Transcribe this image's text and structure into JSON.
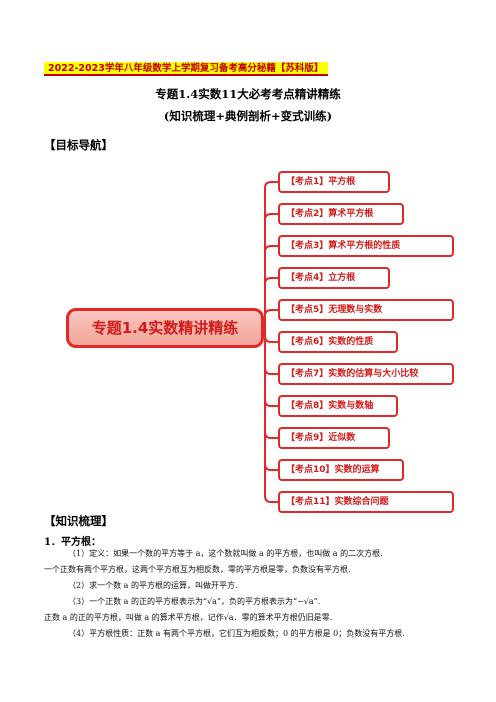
{
  "banner": "2022-2023学年八年级数学上学期复习备考高分秘籍【苏科版】",
  "title": "专题1.4实数11大必考考点精讲精练",
  "subtitle": "(知识梳理+典例剖析+变式训练)",
  "section_target": "【目标导航】",
  "mindmap": {
    "center": "专题1.4实数精讲精练",
    "nodes": [
      "【考点1】平方根",
      "【考点2】算术平方根",
      "【考点3】算术平方根的性质",
      "【考点4】立方根",
      "【考点5】无理数与实数",
      "【考点6】实数的性质",
      "【考点7】实数的估算与大小比较",
      "【考点8】实数与数轴",
      "【考点9】近似数",
      "【考点10】实数的运算",
      "【考点11】实数综合问题"
    ],
    "colors": {
      "accent": "#e02a2a",
      "center_fill": "#f4a89f"
    }
  },
  "section_knowledge": "【知识梳理】",
  "knowledge": {
    "heading_1": "1．平方根：",
    "lines": [
      "（1）定义：如果一个数的平方等于 a，这个数就叫做 a 的平方根，也叫做 a 的二次方根.",
      "一个正数有两个平方根，这两个平方根互为相反数，零的平方根是零，负数没有平方根.",
      "（2）求一个数 a 的平方根的运算，叫做开平方.",
      "（3）一个正数 a 的正的平方根表示为“√a”，负的平方根表示为“−√a”.",
      "正数 a 的正的平方根，叫做 a 的算术平方根，记作√a．零的算术平方根仍旧是零.",
      "（4）平方根性质：正数 a 有两个平方根，它们互为相反数；0 的平方根是 0；负数没有平方根."
    ]
  }
}
